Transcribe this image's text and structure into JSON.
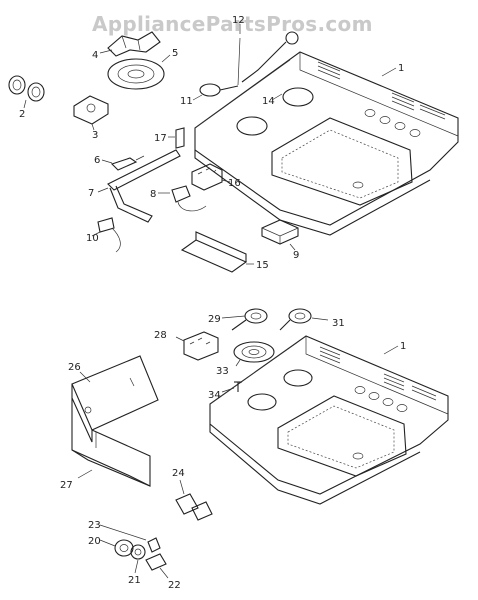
{
  "watermark": "AppliancePartsPros.com",
  "upper_assembly": {
    "callouts": {
      "p1": "1",
      "p2": "2",
      "p3": "3",
      "p4": "4",
      "p5": "5",
      "p6": "6",
      "p7": "7",
      "p8": "8",
      "p10": "10",
      "p11": "11",
      "p12": "12",
      "p14": "14",
      "p15": "15",
      "p16": "16",
      "p17": "17",
      "p9": "9"
    }
  },
  "lower_assembly": {
    "callouts": {
      "p1": "1",
      "p20": "20",
      "p21": "21",
      "p22": "22",
      "p23": "23",
      "p24": "24",
      "p26": "26",
      "p27": "27",
      "p28": "28",
      "p29": "29",
      "p31": "31",
      "p33": "33",
      "p34": "34"
    }
  }
}
